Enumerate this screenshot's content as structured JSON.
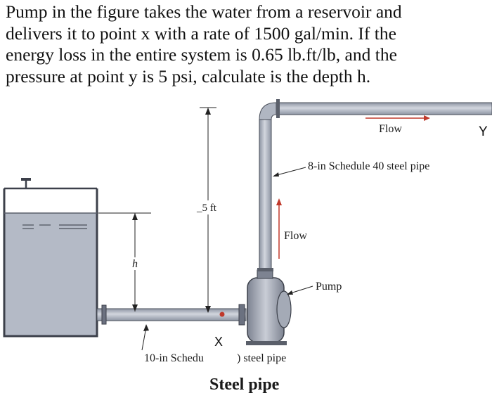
{
  "problem": {
    "lines": [
      "Pump in the figure takes the water from a reservoir and",
      "delivers it to point x with a rate of 1500 gal/min. If the",
      "energy loss in the entire system is 0.65 lb.ft/lb, and the",
      "pressure at point y is 5 psi, calculate is the depth h."
    ]
  },
  "figure": {
    "label_flow_top": "Flow",
    "label_y": "Y",
    "label_pipe_8in": "8-in Schedule 40 steel pipe",
    "label_height": "_5 ft",
    "label_flow_vertical": "Flow",
    "label_h": "h",
    "label_pump": "Pump",
    "label_x": "X",
    "label_pipe_10in_a": "10-in Schedu",
    "label_pipe_10in_b": ") steel pipe",
    "label_steel_pipe": "Steel pipe"
  },
  "colors": {
    "pipe_fill": "#b9bfcc",
    "pipe_stroke": "#4a4f5a",
    "water": "#b4bac6",
    "arrow": "#c0392b"
  }
}
